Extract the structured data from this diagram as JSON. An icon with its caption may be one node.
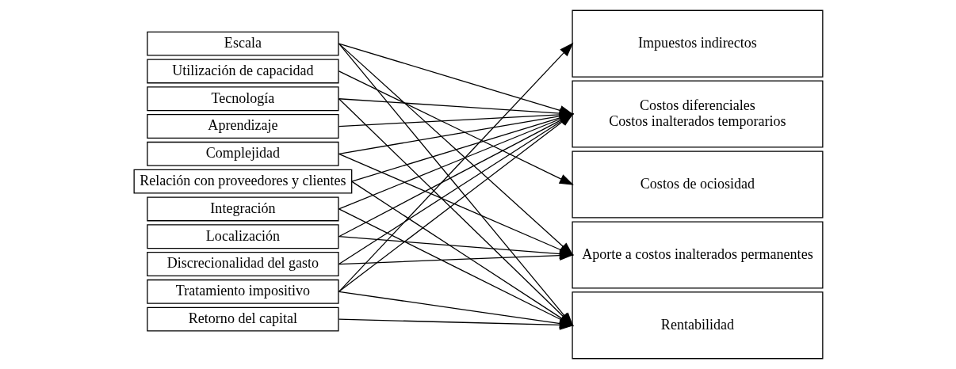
{
  "diagram": {
    "nodes": [
      {
        "text": [
          "Escala"
        ]
      },
      {
        "text": [
          "Utilización de capacidad"
        ]
      },
      {
        "text": [
          "Tecnología"
        ]
      },
      {
        "text": [
          "Aprendizaje"
        ]
      },
      {
        "text": [
          "Complejidad"
        ]
      },
      {
        "text": [
          "Relación con proveedores y clientes"
        ]
      },
      {
        "text": [
          "Integración"
        ]
      },
      {
        "text": [
          "Localización"
        ]
      },
      {
        "text": [
          "Discrecionalidad del gasto"
        ]
      },
      {
        "text": [
          "Tratamiento impositivo"
        ]
      },
      {
        "text": [
          "Retorno del capital"
        ]
      },
      {
        "text": [
          "Impuestos indirectos"
        ]
      },
      {
        "text": [
          "Costos diferenciales",
          "Costos inalterados temporarios"
        ]
      },
      {
        "text": [
          "Costos de ociosidad"
        ]
      },
      {
        "text": [
          "Aporte a costos inalterados permanentes"
        ]
      },
      {
        "text": [
          "Rentabilidad"
        ]
      }
    ],
    "edges": [
      {
        "from": 0,
        "to": 12,
        "arrow": "to"
      },
      {
        "from": 0,
        "to": 14,
        "arrow": "to"
      },
      {
        "from": 0,
        "to": 15,
        "arrow": "to"
      },
      {
        "from": 1,
        "to": 13,
        "arrow": "to"
      },
      {
        "from": 2,
        "to": 12,
        "arrow": "to"
      },
      {
        "from": 2,
        "to": 15,
        "arrow": "to"
      },
      {
        "from": 3,
        "to": 12,
        "arrow": "to"
      },
      {
        "from": 4,
        "to": 12,
        "arrow": "to"
      },
      {
        "from": 4,
        "to": 14,
        "arrow": "to"
      },
      {
        "from": 5,
        "to": 12,
        "arrow": "to"
      },
      {
        "from": 5,
        "to": 15,
        "arrow": "to"
      },
      {
        "from": 6,
        "to": 12,
        "arrow": "to"
      },
      {
        "from": 6,
        "to": 15,
        "arrow": "to"
      },
      {
        "from": 7,
        "to": 12,
        "arrow": "to"
      },
      {
        "from": 7,
        "to": 14,
        "arrow": "to"
      },
      {
        "from": 8,
        "to": 12,
        "arrow": "to"
      },
      {
        "from": 8,
        "to": 14,
        "arrow": "to"
      },
      {
        "from": 9,
        "to": 11,
        "arrow": "to"
      },
      {
        "from": 9,
        "to": 12,
        "arrow": "to"
      },
      {
        "from": 9,
        "to": 15,
        "arrow": "to"
      },
      {
        "from": 10,
        "to": 15,
        "arrow": "to"
      }
    ]
  }
}
